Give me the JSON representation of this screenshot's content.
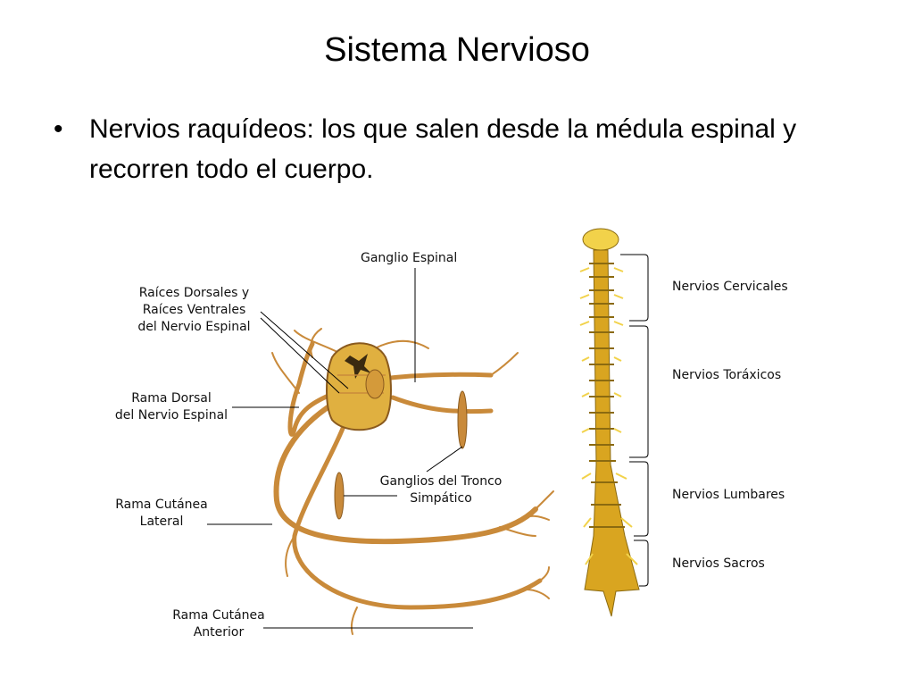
{
  "slide": {
    "title": "Sistema Nervioso",
    "bullet_symbol": "•",
    "bullet_text": "Nervios raquídeos: los que salen desde la médula espinal y recorren todo el cuerpo."
  },
  "figure_nerve": {
    "labels": {
      "ganglio_espinal": "Ganglio Espinal",
      "raices_1": "Raíces Dorsales y",
      "raices_2": "Raíces Ventrales",
      "raices_3": "del Nervio Espinal",
      "rama_dorsal_1": "Rama Dorsal",
      "rama_dorsal_2": "del Nervio Espinal",
      "ganglios_tronco_1": "Ganglios del Tronco",
      "ganglios_tronco_2": "Simpático",
      "cutanea_lateral_1": "Rama Cutánea",
      "cutanea_lateral_2": "Lateral",
      "cutanea_anterior_1": "Rama Cutánea",
      "cutanea_anterior_2": "Anterior"
    },
    "colors": {
      "nerve": "#c98a3a",
      "nerve_dark": "#8a5a1e",
      "cord": "#e0b040"
    }
  },
  "figure_spine": {
    "labels": {
      "cervicales": "Nervios Cervicales",
      "toraxicos": "Nervios Toráxicos",
      "lumbares": "Nervios Lumbares",
      "sacros": "Nervios Sacros"
    },
    "colors": {
      "spine": "#d9a520",
      "spine_light": "#f2d24a",
      "spine_dark": "#8b6a10"
    }
  }
}
